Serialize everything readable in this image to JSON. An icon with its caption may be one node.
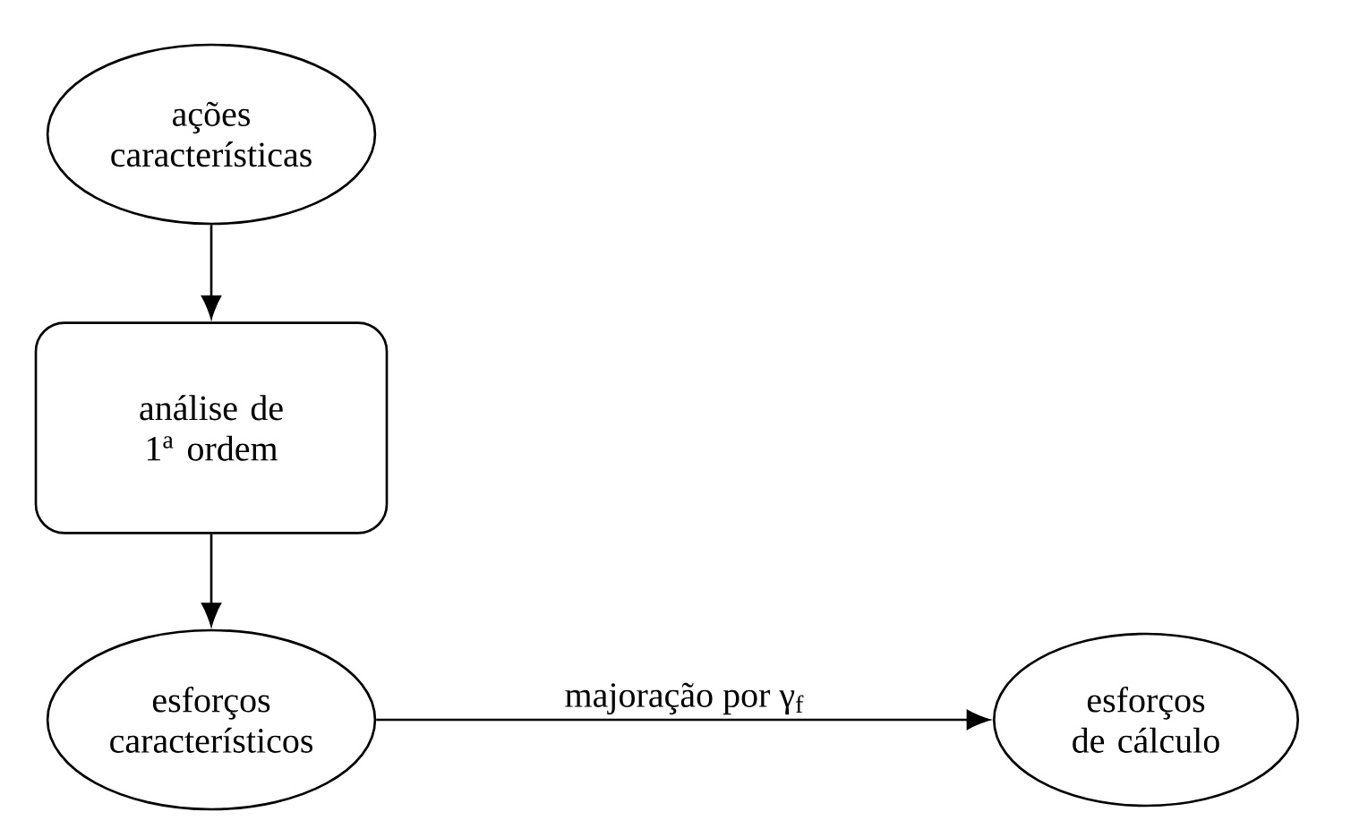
{
  "diagram": {
    "nodes": [
      {
        "text": [
          "ações características"
        ]
      },
      {
        "text": [
          "análise de 1$^{a}$ ordem"
        ]
      },
      {
        "text": [
          "esforços característicos"
        ]
      },
      {
        "text": [
          "esforços de cálculo"
        ]
      }
    ],
    "edges": [
      {
        "from": 0,
        "to": 1,
        "arrow": "to"
      },
      {
        "from": 1,
        "to": 2,
        "arrow": "to"
      },
      {
        "from": 2,
        "to": 3,
        "arrow": "to",
        "label": "majoração por γ$_{f}$"
      }
    ]
  }
}
